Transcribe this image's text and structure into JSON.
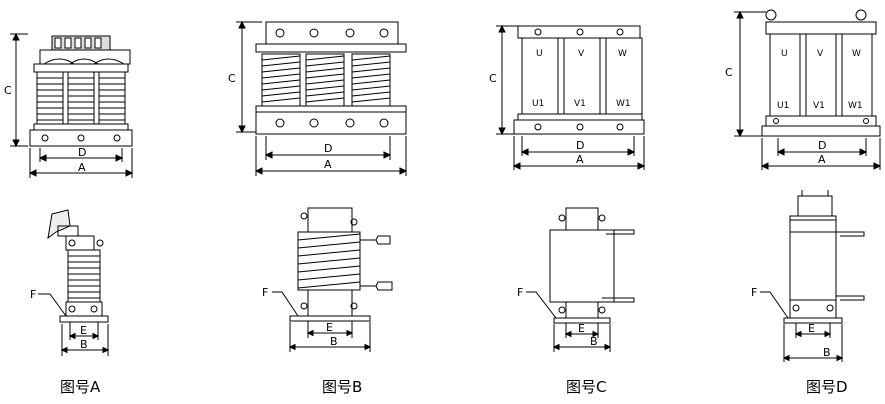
{
  "dimension_labels": {
    "A": "A",
    "B": "B",
    "C": "C",
    "D": "D",
    "E": "E",
    "F": "F"
  },
  "terminal_labels": {
    "top": [
      "U",
      "V",
      "W"
    ],
    "bottom": [
      "U1",
      "V1",
      "W1"
    ]
  },
  "captions": {
    "A": "图号A",
    "B": "图号B",
    "C": "图号C",
    "D": "图号D"
  }
}
